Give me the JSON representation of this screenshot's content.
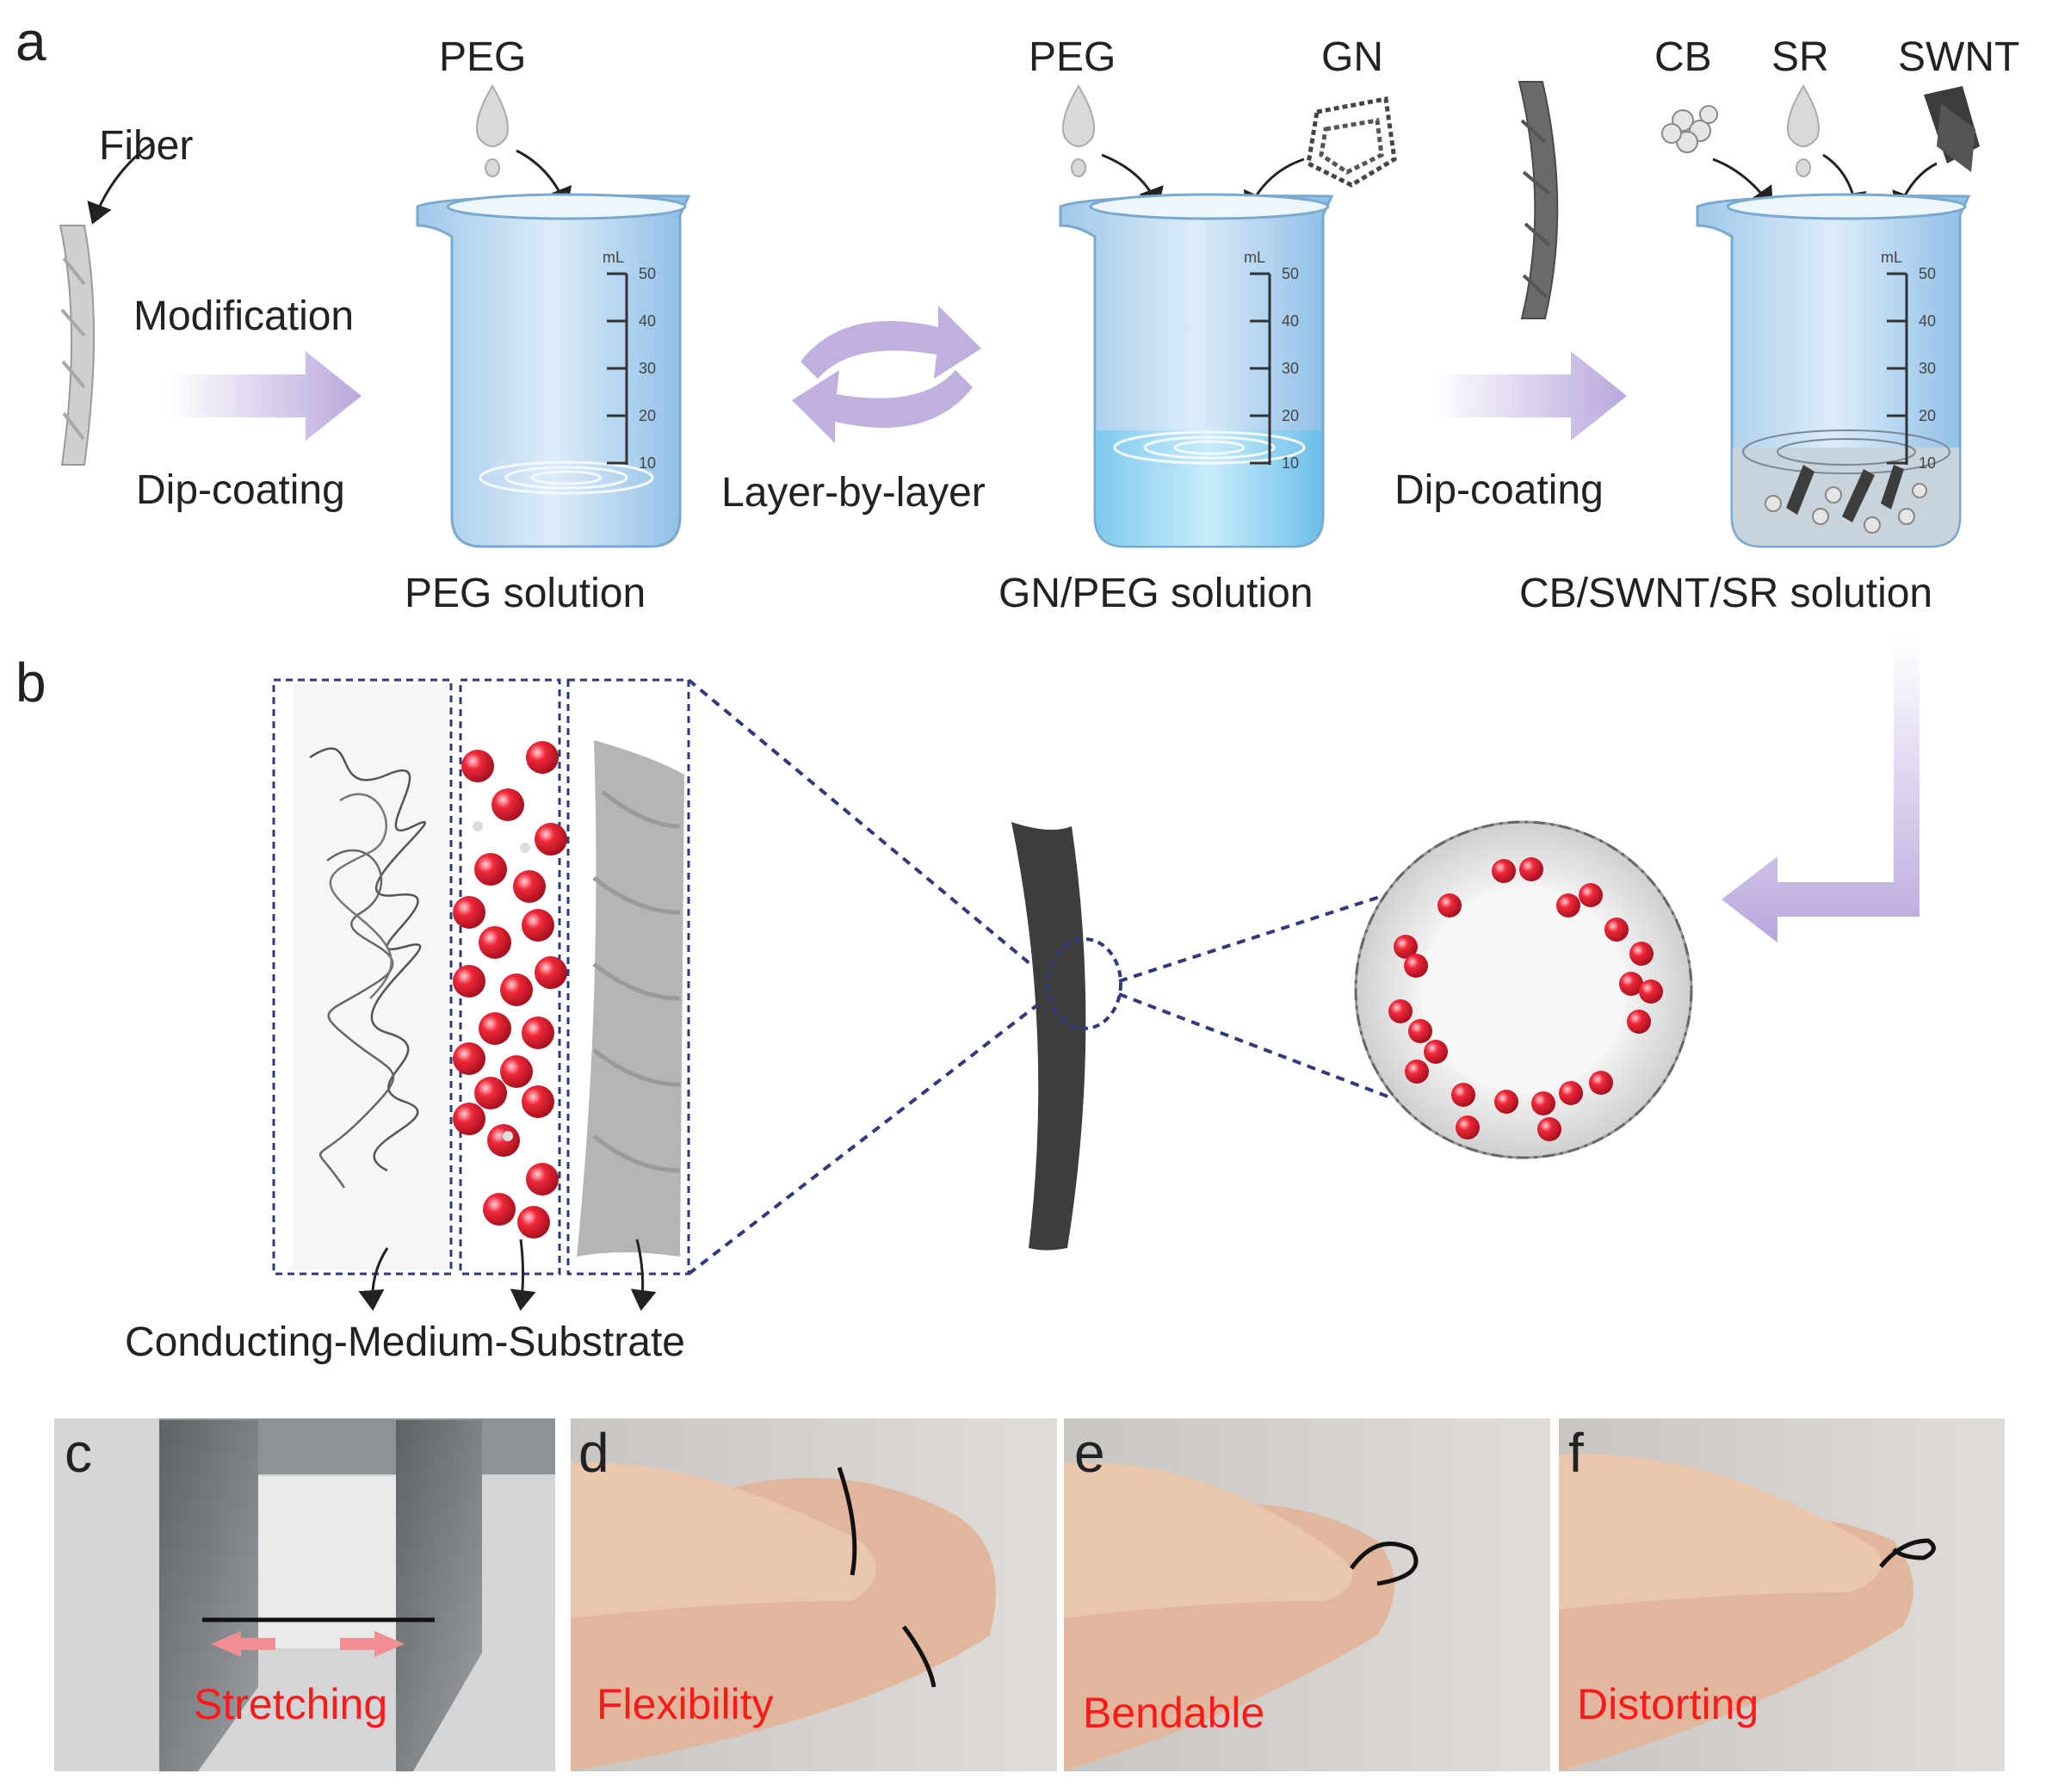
{
  "panels": {
    "a": "a",
    "b": "b",
    "c": "c",
    "d": "d",
    "e": "e",
    "f": "f"
  },
  "step1": {
    "fiber": "Fiber",
    "modification": "Modification",
    "dip_coating": "Dip-coating"
  },
  "beaker1": {
    "reagent": "PEG",
    "solution": "PEG solution"
  },
  "step2": {
    "lbl": "Layer-by-layer"
  },
  "beaker2": {
    "reagent1": "PEG",
    "reagent2": "GN",
    "solution": "GN/PEG solution"
  },
  "step3": {
    "dip_coating": "Dip-coating"
  },
  "beaker3": {
    "reagent1": "CB",
    "reagent2": "SR",
    "reagent3": "SWNT",
    "solution": "CB/SWNT/SR solution"
  },
  "beaker_scale": {
    "unit": "mL",
    "ticks": [
      "50",
      "40",
      "30",
      "20",
      "10"
    ]
  },
  "structure": {
    "caption": "Conducting-Medium-Substrate"
  },
  "photos": {
    "c": {
      "label": "Stretching"
    },
    "d": {
      "label": "Flexibility"
    },
    "e": {
      "label": "Bendable"
    },
    "f": {
      "label": "Distorting"
    }
  },
  "colors": {
    "arrow": "#b9a7dd",
    "dash": "#2e3a7c",
    "sphere": "#f0283a",
    "fiber_dark": "#3f3c3d",
    "photo_text": "#ff1a1a"
  }
}
